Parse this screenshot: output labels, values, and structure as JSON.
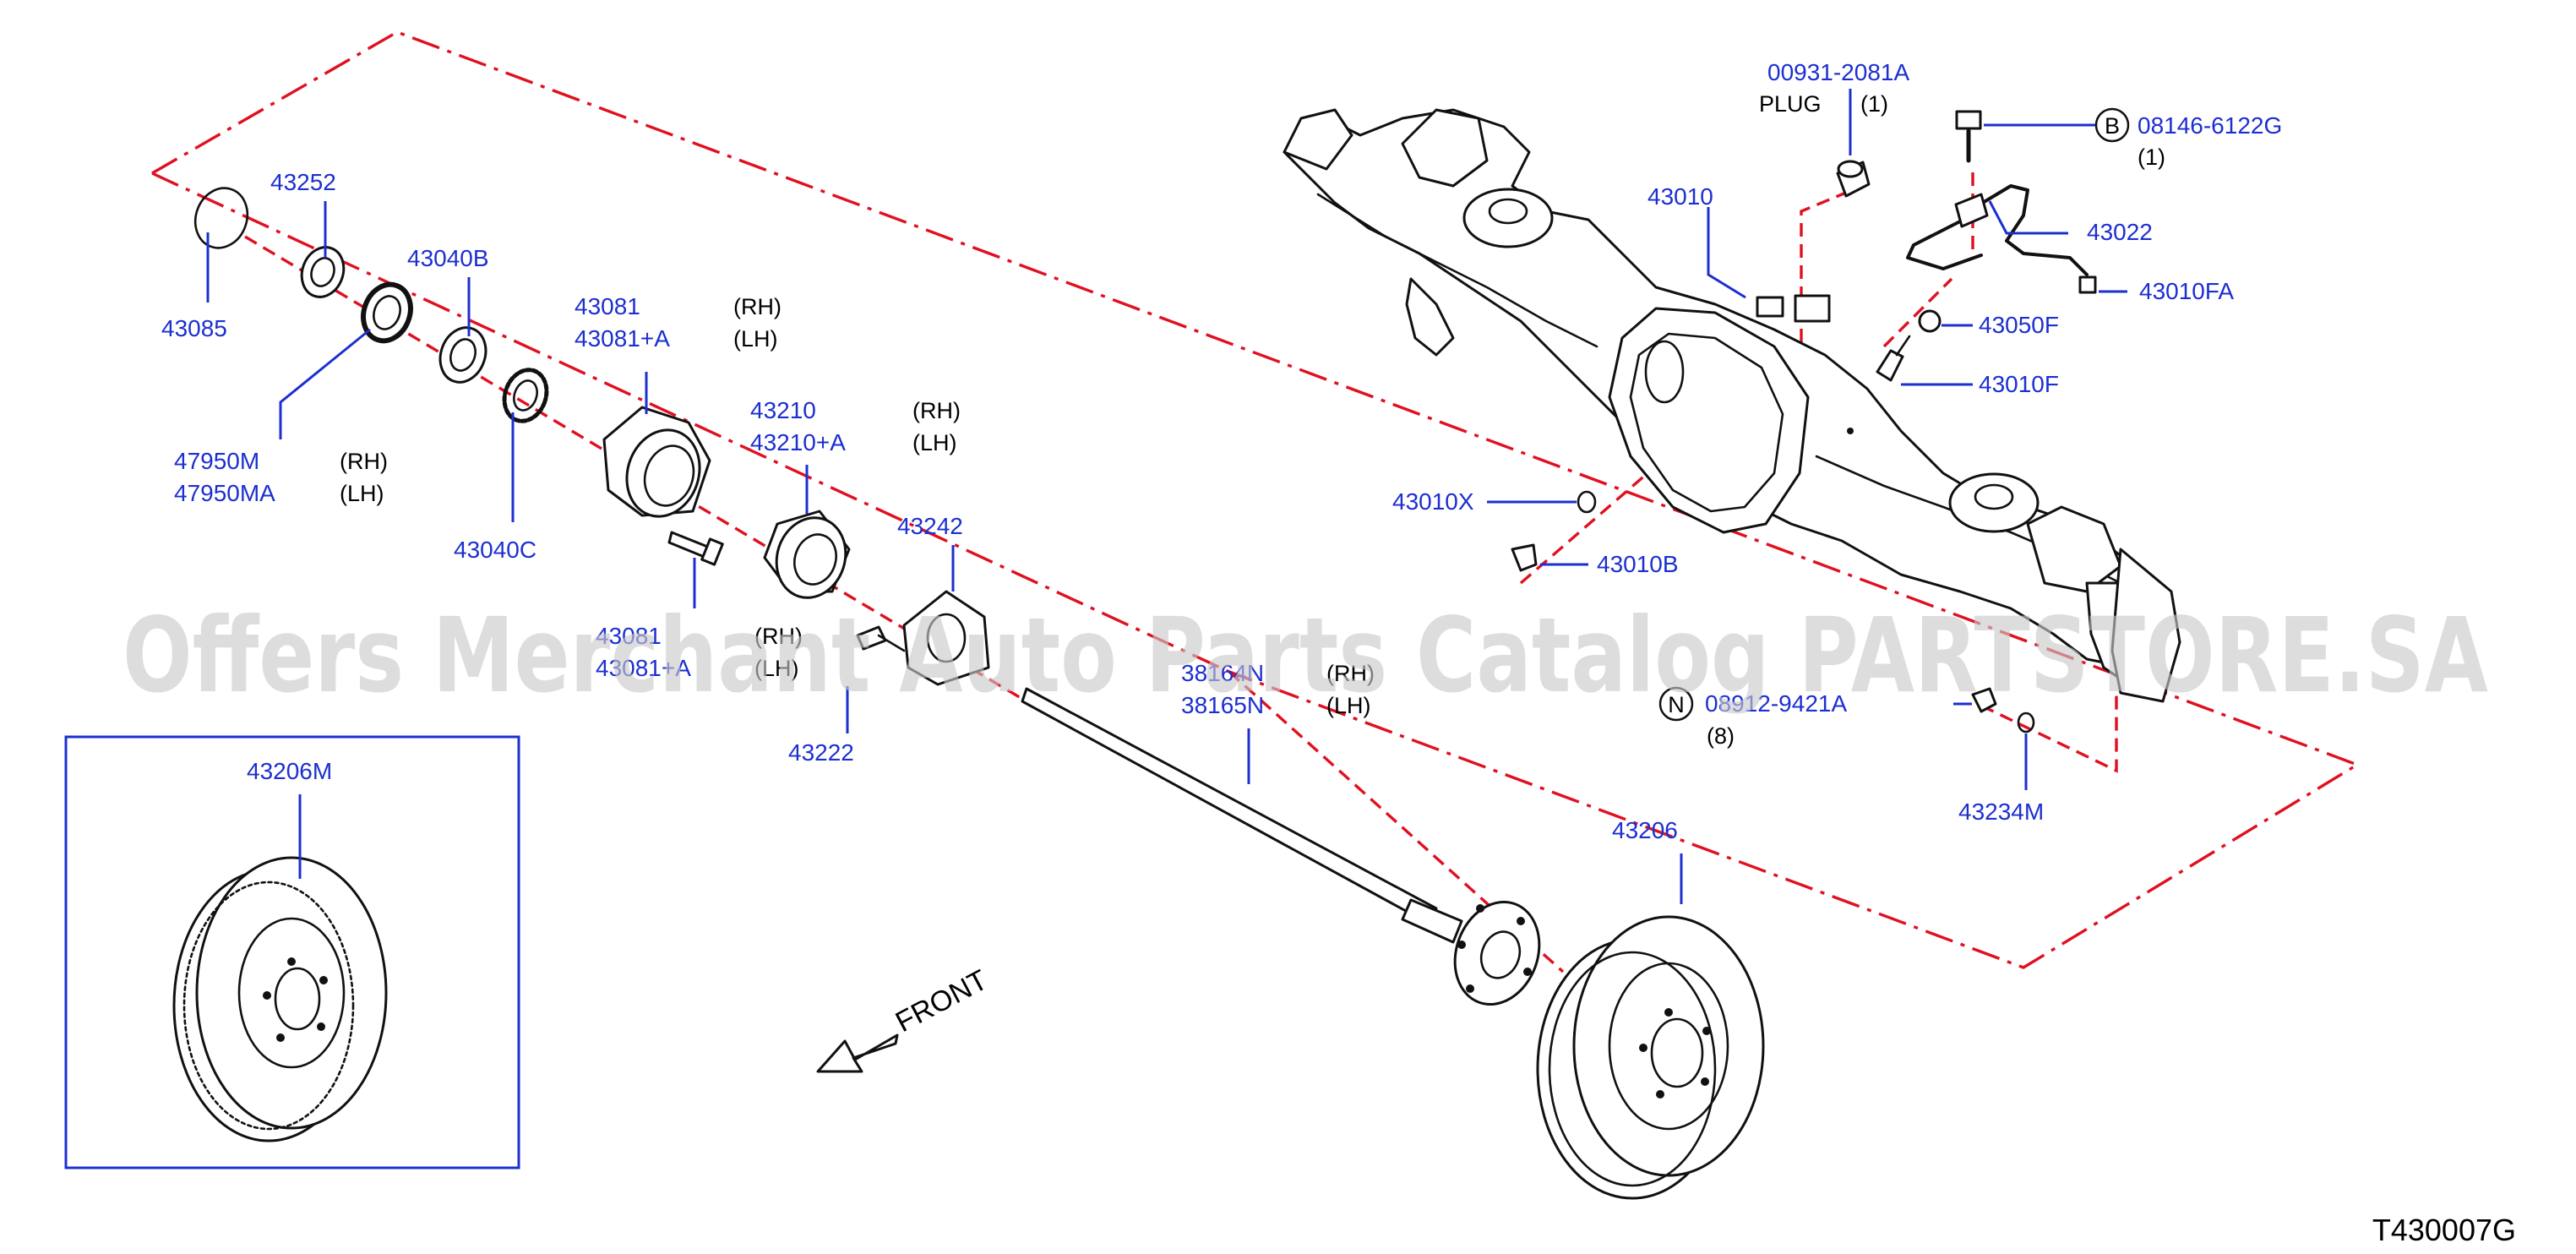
{
  "watermark": "Offers Merchant Auto Parts Catalog PARTSTORE.SA",
  "diagram_code": "T430007G",
  "front_label": "FRONT",
  "parts": {
    "p43085": "43085",
    "p43252": "43252",
    "p43040B": "43040B",
    "p47950M": "47950M",
    "p47950MA": "47950MA",
    "p43040C": "43040C",
    "p43081": "43081",
    "p43081A": "43081+A",
    "p43081_2": "43081",
    "p43081A_2": "43081+A",
    "p43210": "43210",
    "p43210A": "43210+A",
    "p43242": "43242",
    "p43222": "43222",
    "p38164N": "38164N",
    "p38165N": "38165N",
    "p43206M": "43206M",
    "p43206": "43206",
    "p43010": "43010",
    "p00931": "00931-2081A",
    "p08146": "08146-6122G",
    "p43022": "43022",
    "p43010FA": "43010FA",
    "p43050F": "43050F",
    "p43010F": "43010F",
    "p43010X": "43010X",
    "p43010B": "43010B",
    "p08912": "08912-9421A",
    "p43234M": "43234M"
  },
  "side": {
    "rh": "(RH)",
    "lh": "(LH)"
  },
  "notes": {
    "plug": "PLUG",
    "q1": "(1)",
    "q1b": "(1)",
    "q8": "(8)"
  },
  "circle_letters": {
    "b": "B",
    "n": "N"
  },
  "colors": {
    "part_number": "#1c2fd0",
    "centerline": "#e01020",
    "drawing": "#111111",
    "watermark": "#c9c9c9"
  }
}
